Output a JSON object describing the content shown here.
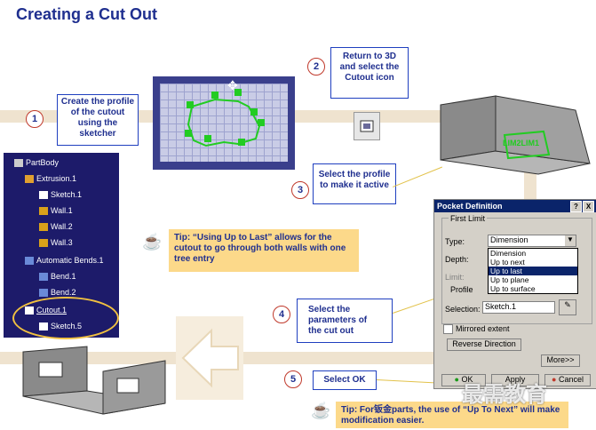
{
  "title": "Creating a Cut Out",
  "steps": [
    {
      "num": "1",
      "text": "Create the profile of the cutout using the sketcher"
    },
    {
      "num": "2",
      "text": "Return to 3D and select the Cutout icon"
    },
    {
      "num": "3",
      "text": "Select the profile to make it active"
    },
    {
      "num": "4",
      "text": "Select the parameters of the cut out"
    },
    {
      "num": "5",
      "text": "Select OK"
    }
  ],
  "tips": [
    {
      "text": "Tip:  “Using Up to Last” allows for the cutout to go through both walls with one tree entry"
    },
    {
      "text": "Tip:  For钣金parts, the use of “Up To Next” will make modification easier."
    }
  ],
  "tree": {
    "items": [
      "PartBody",
      "Extrusion.1",
      "Sketch.1",
      "Wall.1",
      "Wall.2",
      "Wall.3",
      "Automatic Bends.1",
      "Bend.1",
      "Bend.2",
      "Cutout.1",
      "Sketch.5"
    ]
  },
  "model_label": "LIM2LIM1",
  "dialog": {
    "title": "Pocket Definition",
    "help": "?",
    "close": "X",
    "first_limit": "First Limit",
    "type_label": "Type:",
    "type_value": "Dimension",
    "depth_label": "Depth:",
    "limit_label": "Limit:",
    "profile_label": "Profile",
    "options": [
      "Dimension",
      "Up to next",
      "Up to last",
      "Up to plane",
      "Up to surface"
    ],
    "selected_option": "Up to last",
    "selection_label": "Selection:",
    "selection_value": "Sketch.1",
    "mirrored": "Mirrored extent",
    "reverse": "Reverse Direction",
    "more": "More>>",
    "ok": "OK",
    "apply": "Apply",
    "cancel": "Cancel"
  },
  "watermark": "最需教育",
  "colors": {
    "accent": "#1f2f8f",
    "tip_bg": "#fcd98a",
    "callout_border": "#1f3fbf",
    "band": "#efe3cf"
  }
}
